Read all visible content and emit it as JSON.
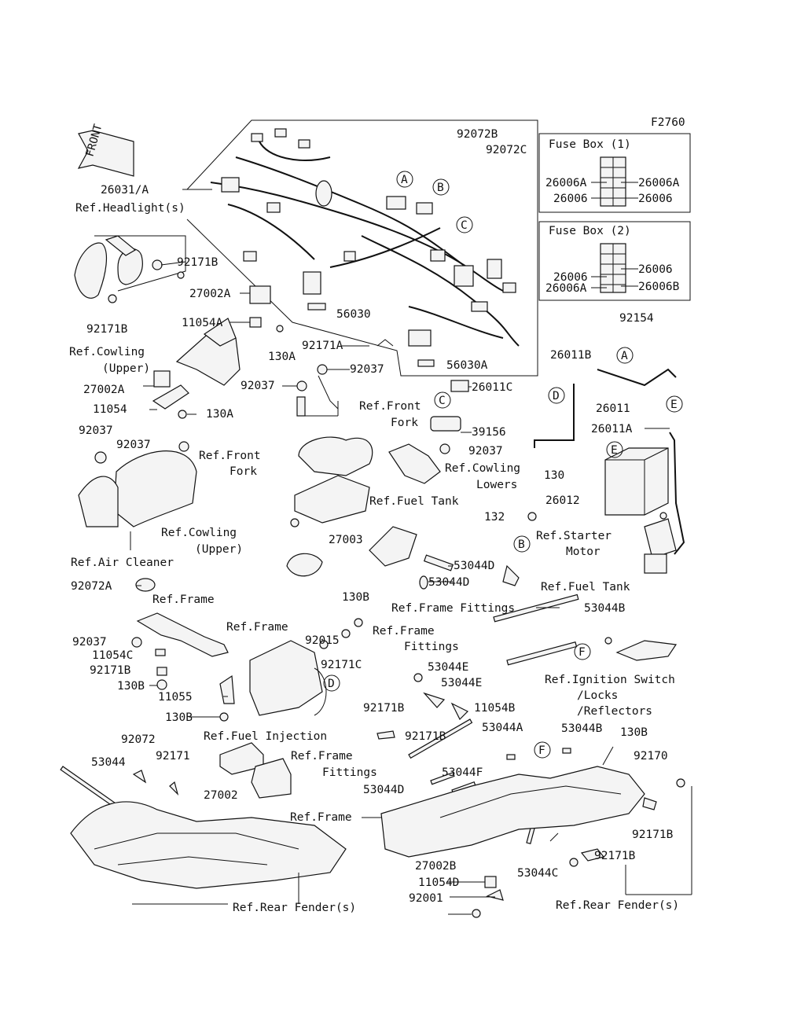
{
  "diagram_id": "F2760",
  "front_arrow": "FRONT",
  "fuse_box_1": {
    "title": "Fuse Box (1)",
    "left": [
      "26006A",
      "26006"
    ],
    "right": [
      "26006A",
      "26006"
    ]
  },
  "fuse_box_2": {
    "title": "Fuse Box (2)",
    "left": [
      "26006",
      "26006A"
    ],
    "right": [
      "26006",
      "26006B"
    ]
  },
  "callouts": [
    "A",
    "B",
    "C",
    "D",
    "E",
    "F"
  ],
  "labels": [
    "92072B",
    "92072C",
    "26031/A",
    "Ref.Headlight(s)",
    "92171B",
    "27002A",
    "92171B",
    "11054A",
    "130A",
    "56030",
    "92171A",
    "56030A",
    "92154",
    "Ref.Cowling",
    "(Upper)",
    "92037",
    "27002A",
    "92037",
    "26011B",
    "11054",
    "130A",
    "Ref.Front",
    "Fork",
    "26011C",
    "26011",
    "39156",
    "92037",
    "26011A",
    "92037",
    "Ref.Front",
    "Fork",
    "92037",
    "Ref.Cowling",
    "Lowers",
    "130",
    "Ref.Fuel Tank",
    "26012",
    "132",
    "Ref.Cowling",
    "(Upper)",
    "27003",
    "Ref.Starter",
    "Motor",
    "Ref.Air Cleaner",
    "53044D",
    "53044D",
    "Ref.Fuel Tank",
    "92072A",
    "Ref.Frame",
    "130B",
    "Ref.Frame Fittings",
    "53044B",
    "Ref.Frame",
    "92015",
    "Ref.Frame",
    "Fittings",
    "92037",
    "11054C",
    "92171C",
    "53044E",
    "92171B",
    "53044E",
    "Ref.Ignition Switch",
    "130B",
    "/Locks",
    "11055",
    "92171B",
    "11054B",
    "/Reflectors",
    "130B",
    "53044A",
    "53044B",
    "130B",
    "92171B",
    "92072",
    "Ref.Fuel Injection",
    "92171",
    "Ref.Frame",
    "92170",
    "53044",
    "Fittings",
    "53044F",
    "27002",
    "53044D",
    "Ref.Frame",
    "92171B",
    "27002B",
    "92171B",
    "11054D",
    "53044C",
    "92001",
    "Ref.Rear Fender(s)",
    "Ref.Rear Fender(s)"
  ]
}
